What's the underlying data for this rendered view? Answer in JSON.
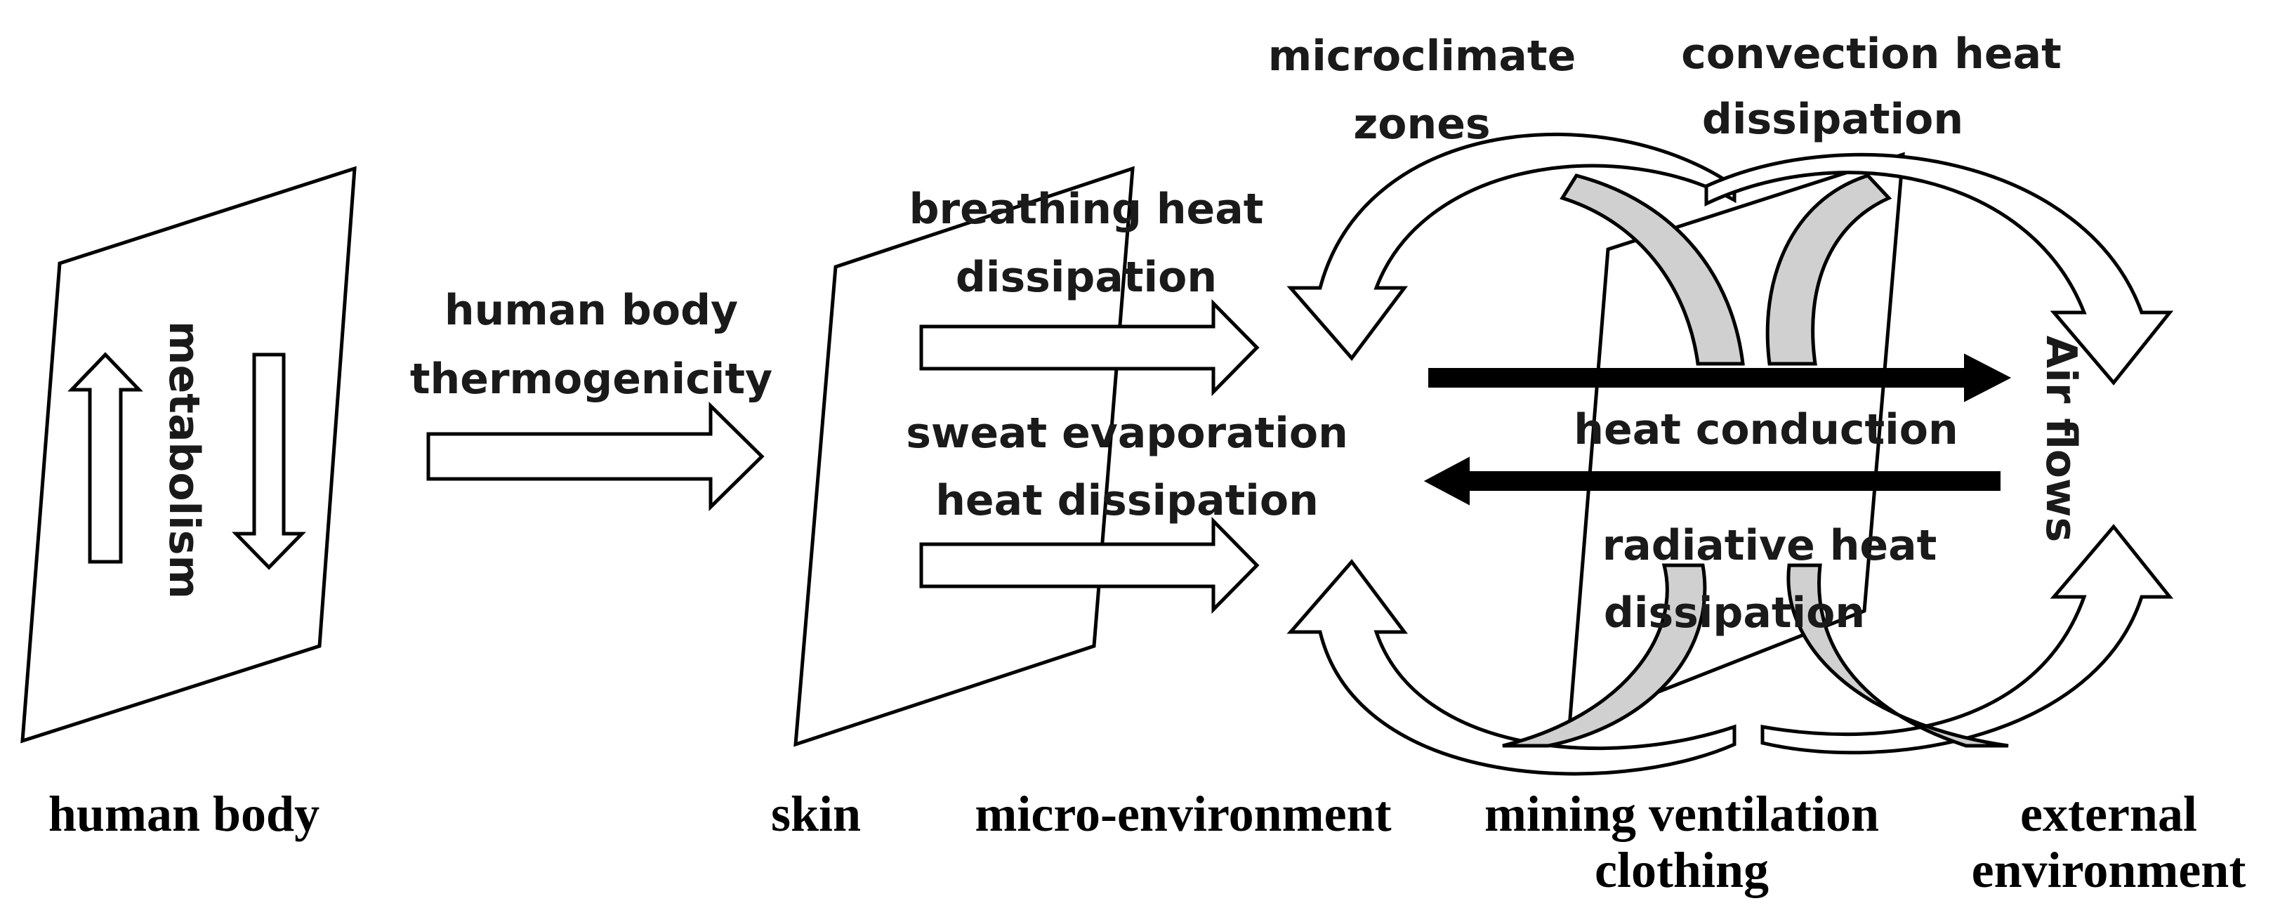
{
  "labels": {
    "metabolism": "metabolism",
    "thermo_line1": "human body",
    "thermo_line2": "thermogenicity",
    "breathing_line1": "breathing heat",
    "breathing_line2": "dissipation",
    "sweat_line1": "sweat evaporation",
    "sweat_line2": "heat dissipation",
    "microclimate_line1": "microclimate",
    "microclimate_line2": "zones",
    "convection_line1": "convection heat",
    "convection_line2": "dissipation",
    "conduction": "heat conduction",
    "radiative_line1": "radiative heat",
    "radiative_line2": "dissipation",
    "airflows": "Air flows"
  },
  "captions": {
    "human_body": "human body",
    "skin": "skin",
    "micro_environment": "micro-environment",
    "clothing_line1": "mining ventilation",
    "clothing_line2": "clothing",
    "external_line1": "external",
    "external_line2": "environment"
  }
}
